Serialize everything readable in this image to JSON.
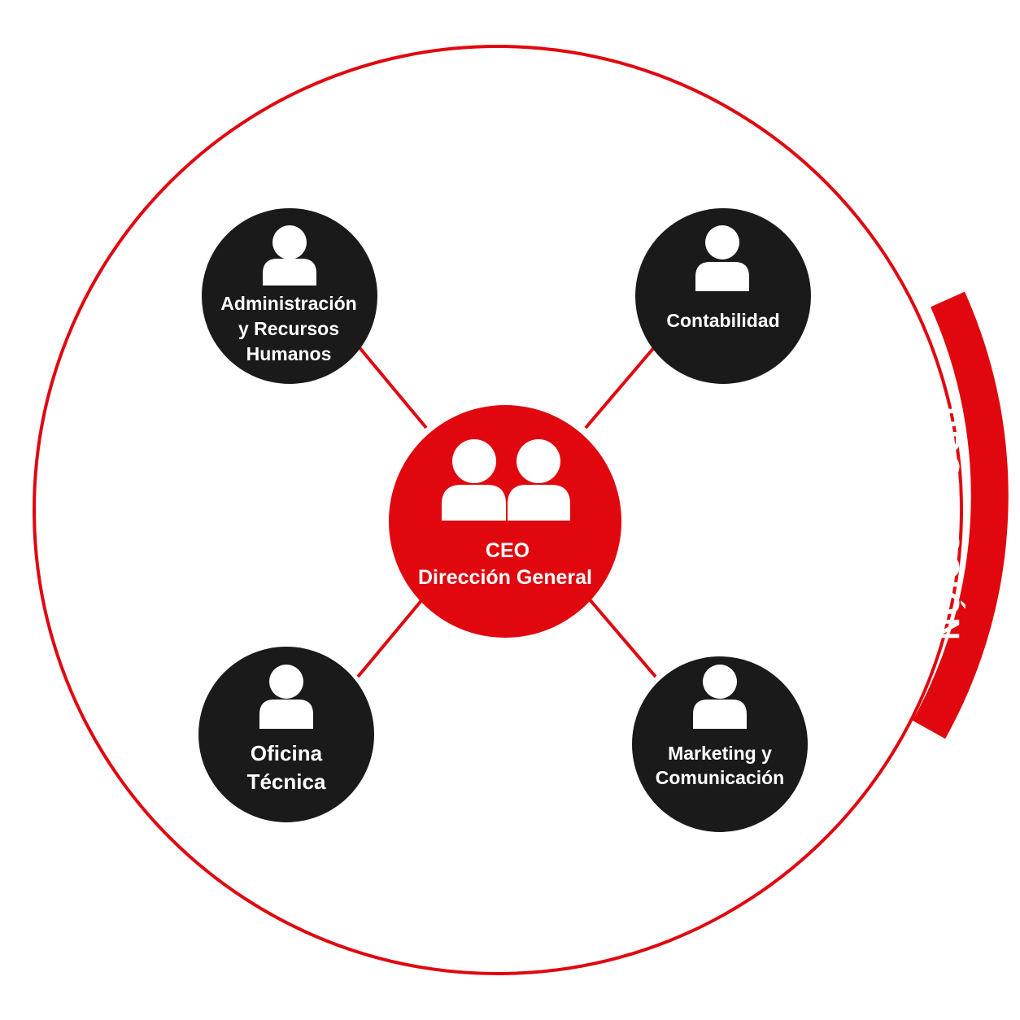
{
  "diagram": {
    "center": {
      "title": "CEO",
      "subtitle": "Dirección General",
      "icon": "two-users-icon"
    },
    "departments": [
      {
        "id": "admin",
        "label_lines": [
          "Administración",
          "y Recursos",
          "Humanos"
        ],
        "icon": "user-icon"
      },
      {
        "id": "contabilidad",
        "label_lines": [
          "Contabilidad"
        ],
        "icon": "user-icon"
      },
      {
        "id": "oficina",
        "label_lines": [
          "Oficina",
          "Técnica"
        ],
        "icon": "user-icon"
      },
      {
        "id": "marketing",
        "label_lines": [
          "Marketing y",
          "Comunicación"
        ],
        "icon": "user-icon"
      }
    ],
    "ring_label": "PRODUCCIÓN",
    "colors": {
      "accent": "#e0070f",
      "node": "#1a1a1a",
      "text_on_node": "#ffffff",
      "background": "#ffffff"
    }
  }
}
